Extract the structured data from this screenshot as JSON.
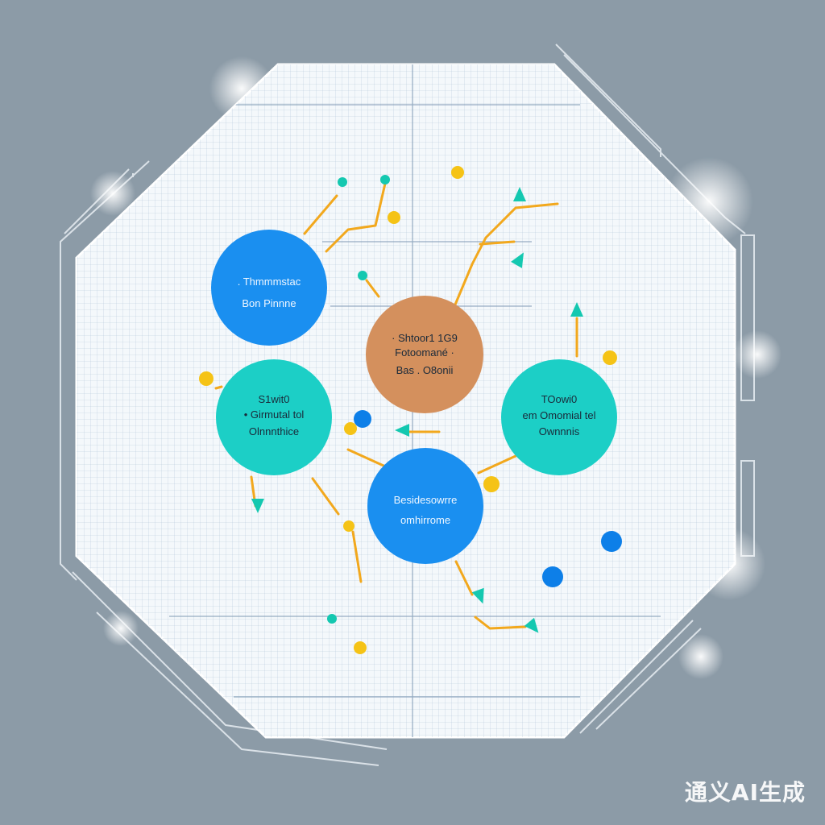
{
  "nodes": [
    {
      "id": "top-left",
      "lines": [
        ". Thmmmstac",
        "Bon Pinnne"
      ],
      "color": "#1a8ff0",
      "light": true
    },
    {
      "id": "center",
      "lines": [
        "· Shtoor1 1G9",
        "Fotoomané ·",
        "Bas . O8onii"
      ],
      "color": "#d4905d",
      "light": false
    },
    {
      "id": "left",
      "lines": [
        "S1wit0",
        "• Girmutal tol",
        "Olnnnthice"
      ],
      "color": "#1ccfc6",
      "light": false
    },
    {
      "id": "right",
      "lines": [
        "TOowi0",
        "em Omomial tel",
        "Ownnnis"
      ],
      "color": "#1ccfc6",
      "light": false
    },
    {
      "id": "bottom",
      "lines": [
        "Besidesowrre",
        "omhirrome"
      ],
      "color": "#1a8ff0",
      "light": true
    }
  ],
  "colors": {
    "background": "#8c9ba7",
    "panel": "#f4f8fb",
    "grid": "#9ab4cc",
    "arrow": "#f2a81d",
    "teal": "#14c8b0",
    "blue": "#0d7fe8",
    "yellow": "#f5c316",
    "frame": "#e8eef3"
  },
  "watermark": "通义AI生成"
}
